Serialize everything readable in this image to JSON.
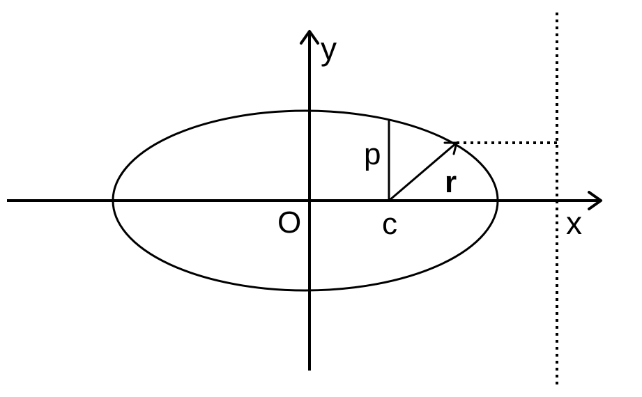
{
  "labels": {
    "x_axis": "x",
    "y_axis": "y",
    "origin": "O",
    "focus": "c",
    "perpendicular": "p",
    "radius_vector": "r"
  },
  "colors": {
    "ink": "#000000",
    "background": "#ffffff"
  }
}
